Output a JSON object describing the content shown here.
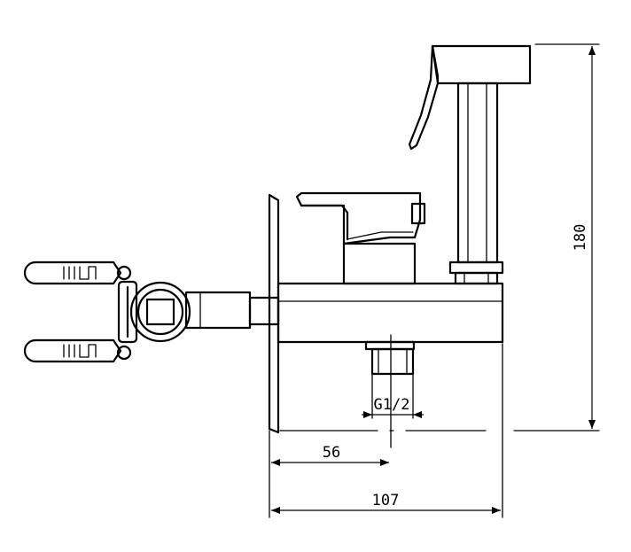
{
  "dimensions": {
    "height_total": "180",
    "outlet_offset": "56",
    "width_total": "107",
    "thread": "G1/2"
  },
  "colors": {
    "line": "#000000",
    "background": "#ffffff"
  }
}
